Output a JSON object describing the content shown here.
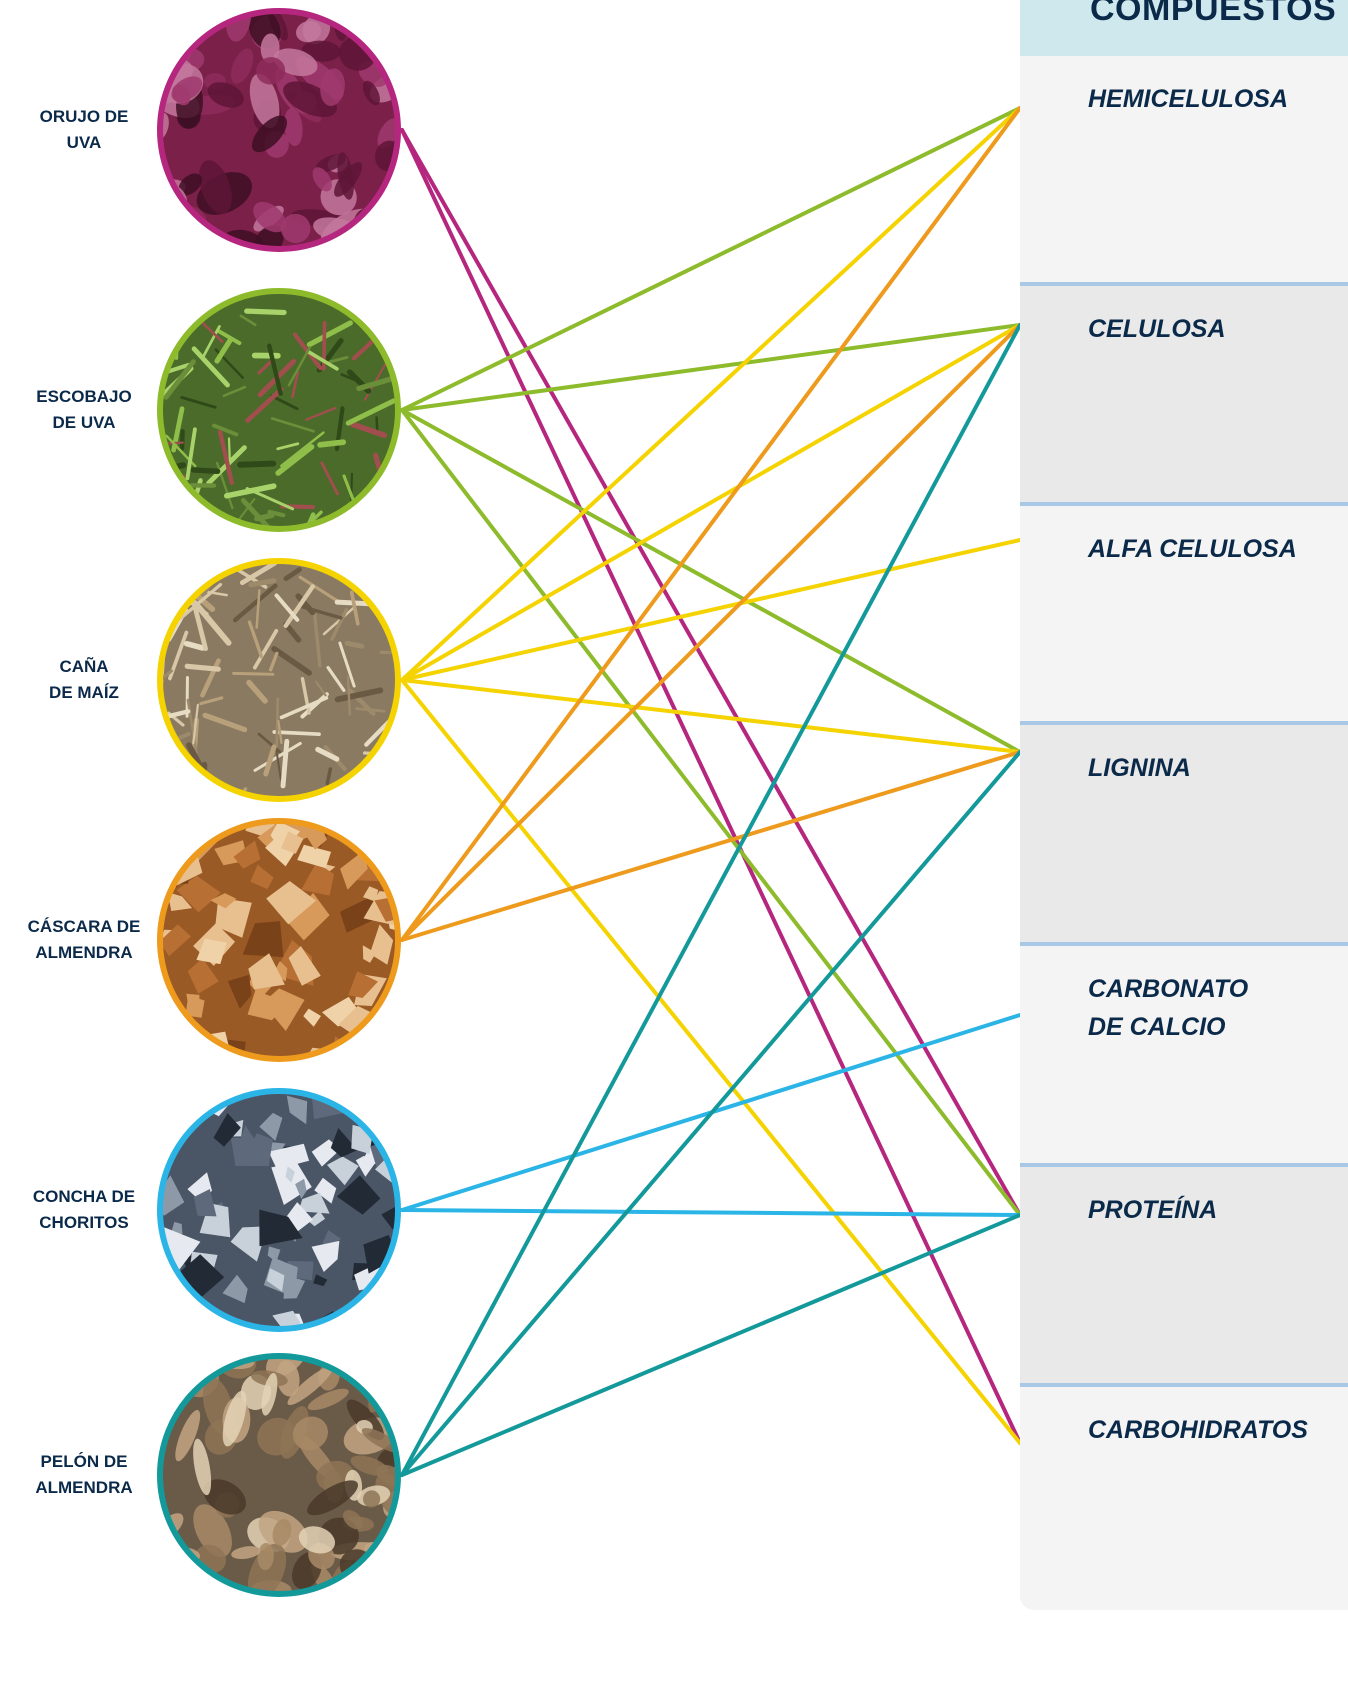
{
  "header": {
    "title": "COMPUESTOS"
  },
  "materials": [
    {
      "id": "orujo",
      "label": "ORUJO DE\nUVA",
      "color": "#b5267e",
      "icon": "grape-pomace-photo"
    },
    {
      "id": "escobajo",
      "label": "ESCOBAJO\nDE UVA",
      "color": "#8dbb2b",
      "icon": "grape-stem-photo"
    },
    {
      "id": "cana",
      "label": "CAÑA\nDE MAÍZ",
      "color": "#f5d300",
      "icon": "corn-stalk-photo"
    },
    {
      "id": "cascara",
      "label": "CÁSCARA DE\nALMENDRA",
      "color": "#ee9a1c",
      "icon": "almond-shell-photo"
    },
    {
      "id": "concha",
      "label": "CONCHA DE\nCHORITOS",
      "color": "#2bb4e6",
      "icon": "mussel-shell-photo"
    },
    {
      "id": "pelon",
      "label": "PELÓN DE\nALMENDRA",
      "color": "#14999b",
      "icon": "almond-hull-photo"
    }
  ],
  "compounds": [
    {
      "id": "hemicelulosa",
      "label": "HEMICELULOSA"
    },
    {
      "id": "celulosa",
      "label": "CELULOSA"
    },
    {
      "id": "alfa",
      "label": "ALFA CELULOSA"
    },
    {
      "id": "lignina",
      "label": "LIGNINA"
    },
    {
      "id": "carbonato",
      "label": "CARBONATO\nDE CALCIO"
    },
    {
      "id": "proteina",
      "label": "PROTEÍNA"
    },
    {
      "id": "carbohidratos",
      "label": "CARBOHIDRATOS"
    }
  ],
  "links": [
    {
      "from": "orujo",
      "to": "proteina"
    },
    {
      "from": "orujo",
      "to": "carbohidratos"
    },
    {
      "from": "escobajo",
      "to": "hemicelulosa"
    },
    {
      "from": "escobajo",
      "to": "celulosa"
    },
    {
      "from": "escobajo",
      "to": "lignina"
    },
    {
      "from": "escobajo",
      "to": "proteina"
    },
    {
      "from": "cana",
      "to": "hemicelulosa"
    },
    {
      "from": "cana",
      "to": "celulosa"
    },
    {
      "from": "cana",
      "to": "alfa"
    },
    {
      "from": "cana",
      "to": "lignina"
    },
    {
      "from": "cana",
      "to": "carbohidratos"
    },
    {
      "from": "cascara",
      "to": "hemicelulosa"
    },
    {
      "from": "cascara",
      "to": "celulosa"
    },
    {
      "from": "cascara",
      "to": "lignina"
    },
    {
      "from": "concha",
      "to": "carbonato"
    },
    {
      "from": "concha",
      "to": "proteina"
    },
    {
      "from": "pelon",
      "to": "celulosa"
    },
    {
      "from": "pelon",
      "to": "lignina"
    },
    {
      "from": "pelon",
      "to": "proteina"
    }
  ],
  "colors": {
    "panel_light": "#f4f4f4",
    "panel_dark": "#e9e9e9",
    "header_bg": "#cfe8ee",
    "separator": "#a9c8e6",
    "text": "#0b2a4a"
  }
}
